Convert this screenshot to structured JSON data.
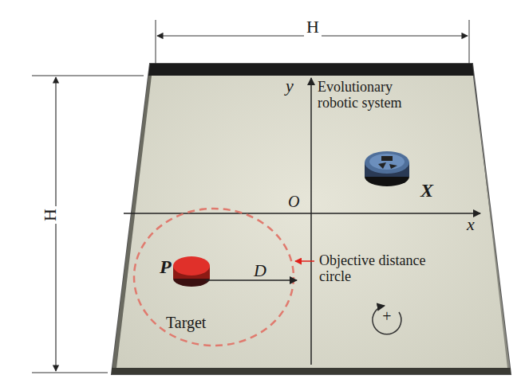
{
  "diagram": {
    "labels": [
      "H",
      "H",
      "y",
      "Evolutionary robotic system",
      "O",
      "X",
      "x",
      "Objective distance circle",
      "P",
      "D",
      "Target",
      "+"
    ]
  }
}
